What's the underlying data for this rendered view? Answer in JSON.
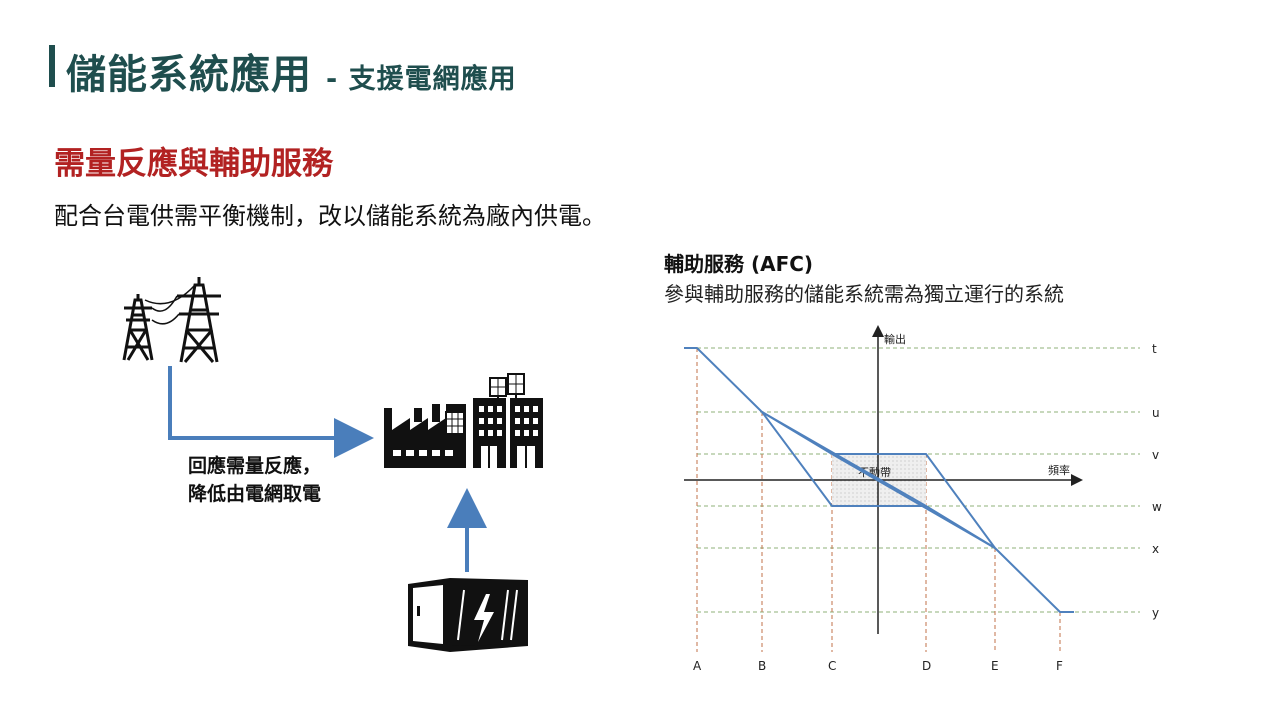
{
  "header": {
    "title": "儲能系統應用",
    "subtitle": "- 支援電網應用"
  },
  "section": {
    "heading": "需量反應與輔助服務",
    "description": "配合台電供需平衡機制，改以儲能系統為廠內供電。"
  },
  "left_diagram": {
    "label_line1": "回應需量反應，",
    "label_line2": "降低由電網取電",
    "icons": [
      "transmission-tower-icon",
      "factory-icon",
      "solar-building-icon",
      "battery-container-icon"
    ],
    "arrow_color": "#4a7ebb"
  },
  "afc": {
    "title": "輔助服務 (AFC)",
    "description": "參與輔助服務的儲能系統需為獨立運行的系統"
  },
  "afc_chart": {
    "y_axis_label": "輸出",
    "x_axis_label": "頻率",
    "deadband_label": "不動帶",
    "y_levels": [
      "t",
      "u",
      "v",
      "w",
      "x",
      "y"
    ],
    "x_points": [
      "A",
      "B",
      "C",
      "D",
      "E",
      "F"
    ],
    "line_color": "#4f81bd",
    "level_line_color": "#8fb07a",
    "drop_line_color": "#c0704a",
    "deadband_fill": "#e6e6e6"
  }
}
